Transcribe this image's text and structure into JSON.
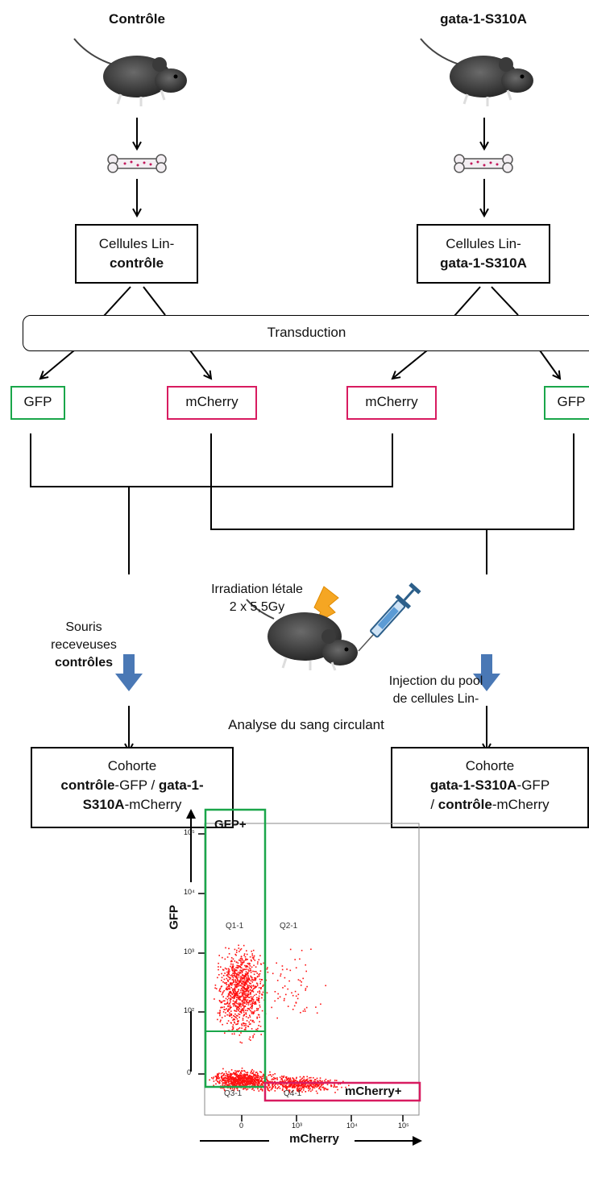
{
  "left_title": "Contrôle",
  "right_title": "gata-1-S310A",
  "left_cells": {
    "line1": "Cellules Lin-",
    "line2": "contrôle"
  },
  "right_cells": {
    "line1": "Cellules Lin-",
    "line2": "gata-1-S310A"
  },
  "transduction": "Transduction",
  "vectors": {
    "gfp": "GFP",
    "mcherry": "mCherry"
  },
  "injection_box": {
    "irradiation_l1": "Irradiation létale",
    "irradiation_l2": "2 x 5,5Gy",
    "recipients_l1": "Souris",
    "recipients_l2": "receveuses",
    "recipients_l3": "contrôles",
    "injection_l1": "Injection du pool",
    "injection_l2": "de cellules Lin-"
  },
  "cohort_left": {
    "title": "Cohorte",
    "b1": "contrôle",
    "t1": "-GFP / ",
    "b2": "gata-1-",
    "b3": "S310A",
    "t2": "-mCherry"
  },
  "cohort_right": {
    "title": "Cohorte",
    "b1": "gata-1-S310A",
    "t1": "-GFP",
    "t2": "/ ",
    "b2": "contrôle",
    "t3": "-mCherry"
  },
  "analysis": {
    "title": "Analyse du sang circulant",
    "gfp_gate": "GFP+",
    "mcherry_gate": "mCherry+",
    "y_axis": "GFP",
    "x_axis": "mCherry",
    "quadrants": [
      "Q1-1",
      "Q2-1",
      "Q3-1",
      "Q4-1"
    ],
    "y_ticks": [
      "10⁵",
      "10⁴",
      "10³",
      "10²",
      "0"
    ],
    "x_ticks": [
      "0",
      "10³",
      "10⁴",
      "10⁵"
    ]
  },
  "colors": {
    "gfp": "#1aa64a",
    "mcherry": "#d81b60",
    "arrow_blue": "#4a78b5",
    "dots": "#ff1010"
  }
}
